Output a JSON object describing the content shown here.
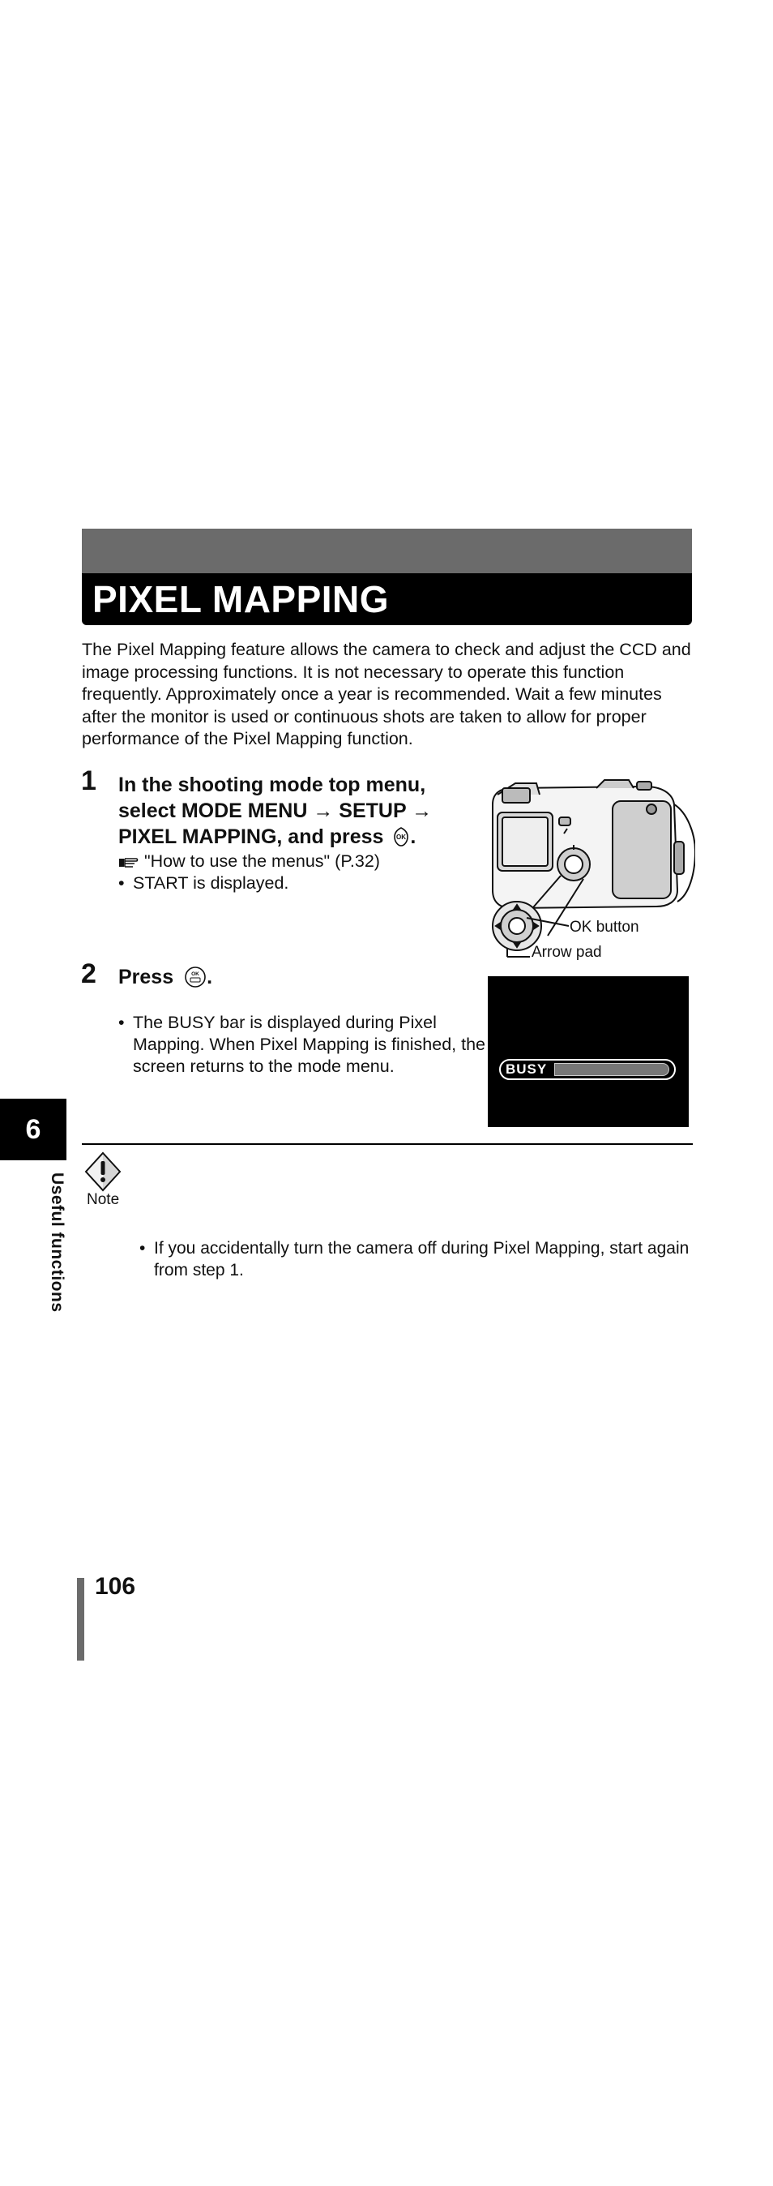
{
  "title": "PIXEL MAPPING",
  "intro": "The Pixel Mapping feature allows the camera to check and adjust the CCD and image processing functions. It is not necessary to operate this function frequently. Approximately once a year is recommended. Wait a few minutes after the monitor is used or continuous shots are taken to allow for proper performance of the Pixel Mapping function.",
  "step1": {
    "number": "1",
    "line1": "In the shooting mode top menu,",
    "line2": "select MODE MENU → SETUP →",
    "line3": "PIXEL MAPPING, and press",
    "line3_end": ".",
    "ref": "\"How to use the menus\" (P.32)",
    "bullet": "START is displayed."
  },
  "camera_callouts": {
    "ok": "OK button",
    "arrow": "Arrow pad"
  },
  "step2": {
    "number": "2",
    "head": "Press",
    "head_end": ".",
    "bullet": "The BUSY bar is displayed during Pixel Mapping. When Pixel Mapping is finished, the screen returns to the mode menu."
  },
  "busy_screen": {
    "label": "BUSY",
    "progress": 1.0
  },
  "chapter": {
    "number": "6",
    "label": "Useful functions"
  },
  "note": {
    "word": "Note",
    "bullet": "If you accidentally turn the camera off during Pixel Mapping, start again from step 1."
  },
  "page_number": "106",
  "bullet_glyph": "•"
}
